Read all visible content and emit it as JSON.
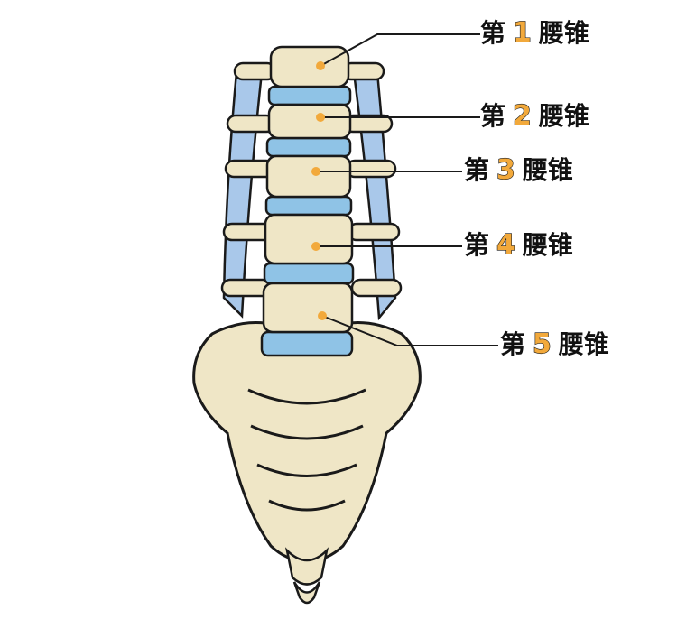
{
  "labels": [
    {
      "prefix": "第",
      "number": "1",
      "suffix": "腰锥"
    },
    {
      "prefix": "第",
      "number": "2",
      "suffix": "腰锥"
    },
    {
      "prefix": "第",
      "number": "3",
      "suffix": "腰锥"
    },
    {
      "prefix": "第",
      "number": "4",
      "suffix": "腰锥"
    },
    {
      "prefix": "第",
      "number": "5",
      "suffix": "腰锥"
    }
  ],
  "colors": {
    "bone_fill": "#efe6c6",
    "bone_shade": "#d9cd9f",
    "outline": "#1a1a1a",
    "disc_blue": "#8fc3e6",
    "ligament_blue": "#a9c8ea",
    "marker_orange": "#f2a93b",
    "number_orange": "#f2a93b"
  }
}
